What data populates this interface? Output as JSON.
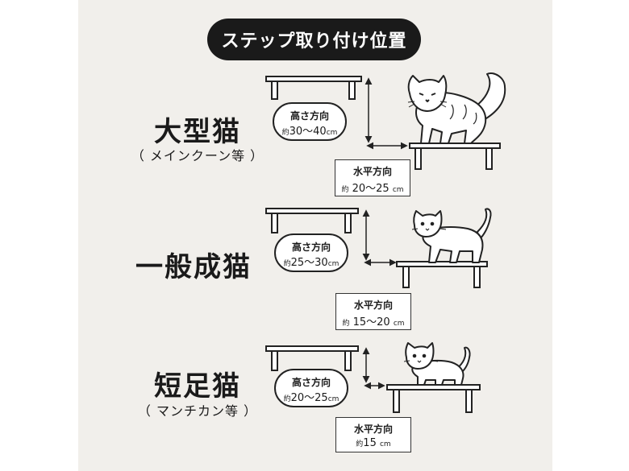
{
  "title": "ステップ取り付け位置",
  "sections": [
    {
      "name": "大型猫",
      "sub": "（ メインクーン等 ）",
      "height_label": "高さ方向",
      "height_prefix": "約",
      "height_value": "30〜40",
      "height_unit": "cm",
      "horiz_label": "水平方向",
      "horiz_prefix": "約",
      "horiz_value": "20〜25",
      "horiz_unit": "cm"
    },
    {
      "name": "一般成猫",
      "height_label": "高さ方向",
      "height_prefix": "約",
      "height_value": "25〜30",
      "height_unit": "cm",
      "horiz_label": "水平方向",
      "horiz_prefix": "約",
      "horiz_value": "15〜20",
      "horiz_unit": "cm"
    },
    {
      "name": "短足猫",
      "sub": "（ マンチカン等 ）",
      "height_label": "高さ方向",
      "height_prefix": "約",
      "height_value": "20〜25",
      "height_unit": "cm",
      "horiz_label": "水平方向",
      "horiz_prefix": "約",
      "horiz_value": "15",
      "horiz_unit": "cm"
    }
  ],
  "colors": {
    "panel": "#f1efeb",
    "ink": "#1a1a1a",
    "pill": "#1a1a1a"
  }
}
